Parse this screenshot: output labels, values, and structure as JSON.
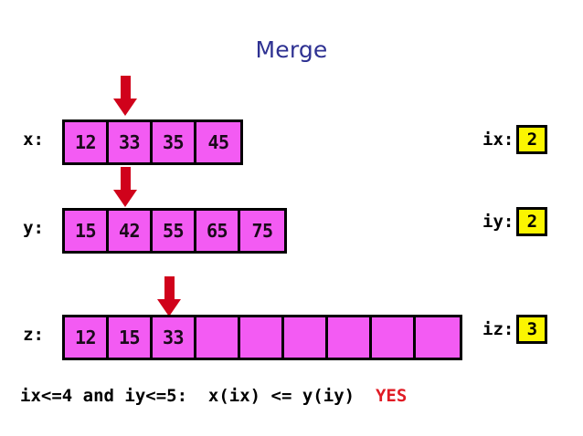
{
  "slide": {
    "title": "Merge",
    "title_color": "#2e3192",
    "background": "#ffffff"
  },
  "colors": {
    "cell_fill": "#f35bf3",
    "cell_border": "#000000",
    "arrow": "#d0021b",
    "index_fill": "#fbf500",
    "yes_text": "#e01b24"
  },
  "arrays": [
    {
      "name": "x",
      "label": "x:",
      "values": [
        "12",
        "33",
        "35",
        "45"
      ],
      "length": 4,
      "pointer_index": 2
    },
    {
      "name": "y",
      "label": "y:",
      "values": [
        "15",
        "42",
        "55",
        "65",
        "75"
      ],
      "length": 5,
      "pointer_index": 2
    },
    {
      "name": "z",
      "label": "z:",
      "values": [
        "12",
        "15",
        "33",
        "",
        "",
        "",
        "",
        "",
        ""
      ],
      "length": 9,
      "pointer_index": 3
    }
  ],
  "indices": [
    {
      "name": "ix",
      "label": "ix:",
      "value": "2"
    },
    {
      "name": "iy",
      "label": "iy:",
      "value": "2"
    },
    {
      "name": "iz",
      "label": "iz:",
      "value": "3"
    }
  ],
  "condition": {
    "bounds_test": "ix<=4 and iy<=5:",
    "compare_test": "x(ix) <= y(iy)",
    "result": "YES",
    "separator_1": "  ",
    "separator_2": "  "
  }
}
